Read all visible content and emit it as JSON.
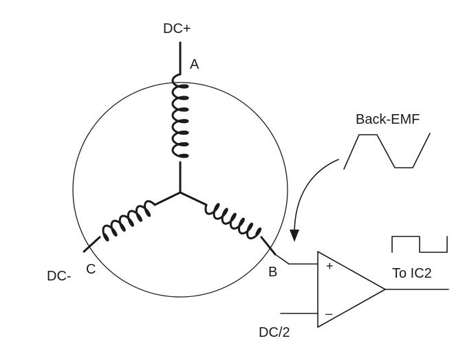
{
  "labels": {
    "dc_plus": "DC+",
    "dc_minus": "DC-",
    "dc_half": "DC/2",
    "phase_a": "A",
    "phase_b": "B",
    "phase_c": "C",
    "back_emf": "Back-EMF",
    "to_ic2": "To IC2",
    "plus_sign": "+",
    "minus_sign": "–"
  },
  "colors": {
    "line": "#1a1a1a",
    "background": "#ffffff"
  }
}
